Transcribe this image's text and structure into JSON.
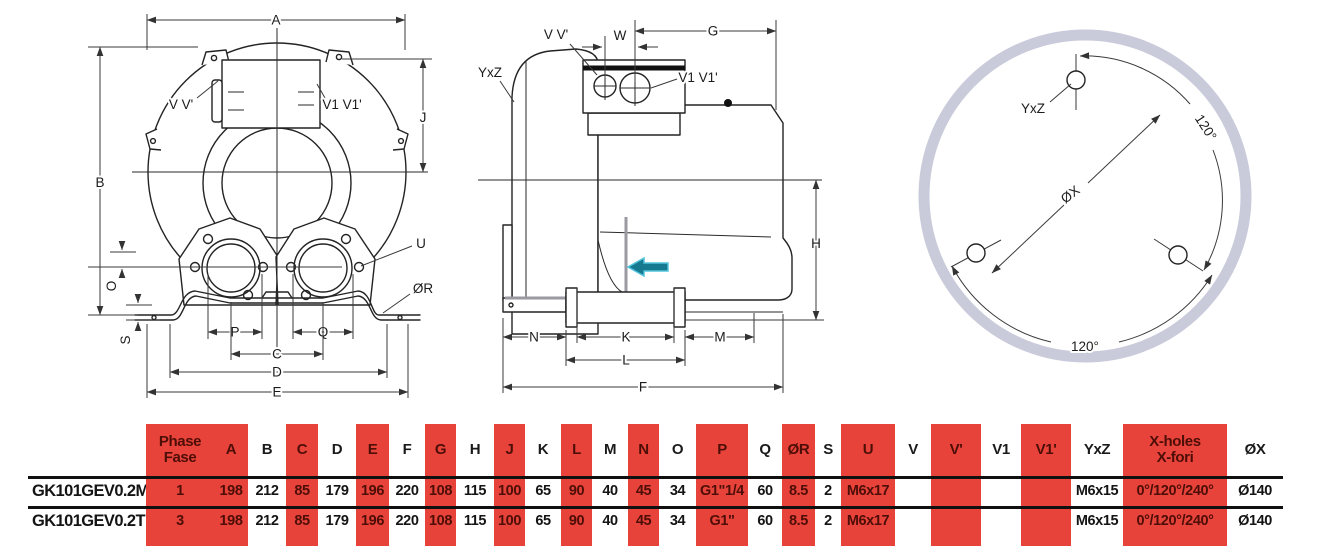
{
  "page": {
    "background": "#ffffff"
  },
  "colors": {
    "highlight_red": "#e8433a",
    "on_red_text": "#4d0e07",
    "object_line": "#232323",
    "dimension_line": "#3a3a3a",
    "flange_ring": "#c9cbdb",
    "flow_arrow_fill": "#15798f",
    "flow_arrow_edge": "#52c3dc",
    "table_rule": "#101010"
  },
  "front_view": {
    "dims": {
      "A": "A",
      "B": "B",
      "J": "J",
      "O": "O",
      "S": "S",
      "P": "P",
      "Q": "Q",
      "C": "C",
      "D": "D",
      "E": "E",
      "U": "U",
      "OR": "ØR",
      "VV": "V V'",
      "V1V1": "V1 V1'"
    }
  },
  "side_view": {
    "dims": {
      "YxZ": "YxZ",
      "VV": "V V'",
      "W": "W",
      "G": "G",
      "V1V1": "V1 V1'",
      "H": "H",
      "N": "N",
      "K": "K",
      "M": "M",
      "L": "L",
      "F": "F"
    }
  },
  "flange_view": {
    "dims": {
      "YxZ": "YxZ",
      "OX": "ØX",
      "angle_right": "120°",
      "angle_bottom": "120°"
    }
  },
  "table": {
    "row_labels": [
      "GK101GEV0.2M",
      "GK101GEV0.2T"
    ],
    "columns": [
      {
        "label": [
          "Phase",
          "Fase"
        ],
        "red": true,
        "w": 68,
        "values": [
          "1",
          "3"
        ]
      },
      {
        "label": "A",
        "red": true,
        "w": 34,
        "values": [
          "198",
          "198"
        ]
      },
      {
        "label": "B",
        "red": false,
        "w": 38,
        "values": [
          "212",
          "212"
        ]
      },
      {
        "label": "C",
        "red": true,
        "w": 32,
        "values": [
          "85",
          "85"
        ]
      },
      {
        "label": "D",
        "red": false,
        "w": 38,
        "values": [
          "179",
          "179"
        ]
      },
      {
        "label": "E",
        "red": true,
        "w": 33,
        "values": [
          "196",
          "196"
        ]
      },
      {
        "label": "F",
        "red": false,
        "w": 36,
        "values": [
          "220",
          "220"
        ]
      },
      {
        "label": "G",
        "red": true,
        "w": 31,
        "values": [
          "108",
          "108"
        ]
      },
      {
        "label": "H",
        "red": false,
        "w": 38,
        "values": [
          "115",
          "115"
        ]
      },
      {
        "label": "J",
        "red": true,
        "w": 31,
        "values": [
          "100",
          "100"
        ]
      },
      {
        "label": "K",
        "red": false,
        "w": 36,
        "values": [
          "65",
          "65"
        ]
      },
      {
        "label": "L",
        "red": true,
        "w": 31,
        "values": [
          "90",
          "90"
        ]
      },
      {
        "label": "M",
        "red": false,
        "w": 36,
        "values": [
          "40",
          "40"
        ]
      },
      {
        "label": "N",
        "red": true,
        "w": 31,
        "values": [
          "45",
          "45"
        ]
      },
      {
        "label": "O",
        "red": false,
        "w": 37,
        "values": [
          "34",
          "34"
        ]
      },
      {
        "label": "P",
        "red": true,
        "w": 52,
        "values": [
          "G1\"1/4",
          "G1\""
        ]
      },
      {
        "label": "Q",
        "red": false,
        "w": 34,
        "values": [
          "60",
          "60"
        ]
      },
      {
        "label": "ØR",
        "red": true,
        "w": 33,
        "values": [
          "8.5",
          "8.5"
        ]
      },
      {
        "label": "S",
        "red": false,
        "w": 26,
        "values": [
          "2",
          "2"
        ]
      },
      {
        "label": "U",
        "red": true,
        "w": 54,
        "values": [
          "M6x17",
          "M6x17"
        ]
      },
      {
        "label": "V",
        "red": false,
        "w": 36,
        "values": [
          "",
          ""
        ]
      },
      {
        "label": "V'",
        "red": true,
        "w": 50,
        "values": [
          "",
          ""
        ]
      },
      {
        "label": "V1",
        "red": false,
        "w": 40,
        "values": [
          "",
          ""
        ]
      },
      {
        "label": "V1'",
        "red": true,
        "w": 50,
        "values": [
          "",
          ""
        ]
      },
      {
        "label": "YxZ",
        "red": false,
        "w": 52,
        "values": [
          "M6x15",
          "M6x15"
        ]
      },
      {
        "label": [
          "X-holes",
          "X-fori"
        ],
        "red": true,
        "w": 104,
        "values": [
          "0°/120°/240°",
          "0°/120°/240°"
        ]
      },
      {
        "label": "ØX",
        "red": false,
        "w": 56,
        "values": [
          "Ø140",
          "Ø140"
        ]
      }
    ]
  }
}
